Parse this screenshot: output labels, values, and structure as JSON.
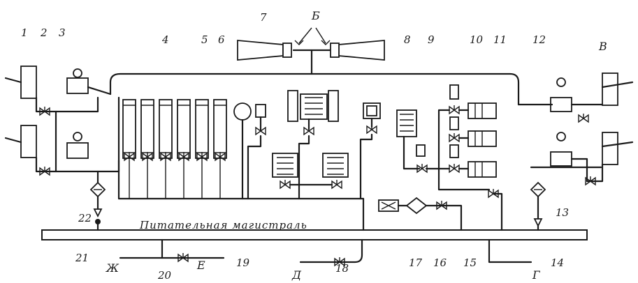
{
  "diagram": {
    "main_line_label": "Питательная магистраль",
    "callouts": [
      "1",
      "2",
      "3",
      "4",
      "5",
      "6",
      "7",
      "8",
      "9",
      "10",
      "11",
      "12",
      "13",
      "14",
      "15",
      "16",
      "17",
      "18",
      "19",
      "20",
      "21",
      "22"
    ],
    "letters": [
      "Б",
      "В",
      "Г",
      "Д",
      "Е",
      "Ж"
    ]
  }
}
